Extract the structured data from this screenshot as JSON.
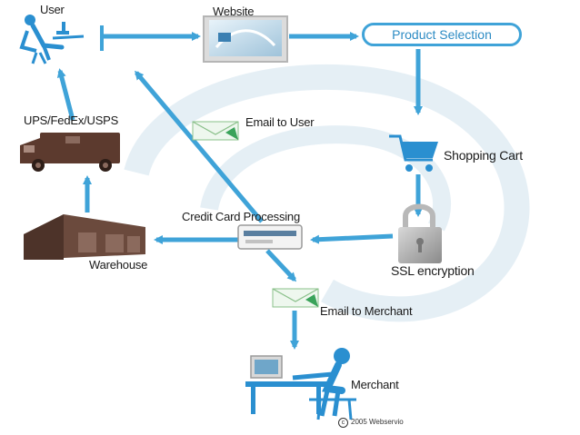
{
  "nodes": {
    "user": "User",
    "website": "Website",
    "product_selection": "Product Selection",
    "shopping_cart": "Shopping Cart",
    "ssl": "SSL encryption",
    "credit_card": "Credit Card Processing",
    "email_user": "Email to User",
    "email_merchant": "Email to Merchant",
    "shipper": "UPS/FedEx/USPS",
    "warehouse": "Warehouse",
    "merchant": "Merchant"
  },
  "copyright": "2005 Webservio",
  "colors": {
    "arrow": "#3fa3d8",
    "figure": "#2a8fd0",
    "truck": "#5c3a2e",
    "warehouse": "#6b4a3d",
    "lock": "#a8a8a8",
    "swirl": "#e3eef5"
  },
  "icons": [
    "user-at-desk-icon",
    "website-screen-icon",
    "shopping-cart-icon",
    "lock-icon",
    "credit-card-terminal-icon",
    "envelope-icon",
    "delivery-truck-icon",
    "warehouse-icon",
    "merchant-at-computer-icon",
    "copyright-icon"
  ]
}
